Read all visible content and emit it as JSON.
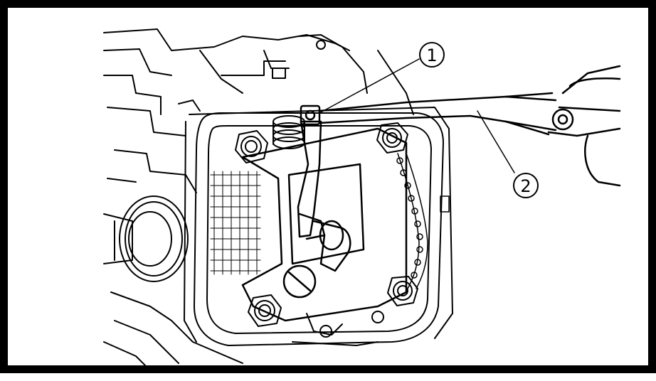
{
  "diagram": {
    "callouts": [
      {
        "number": "1",
        "label": "1"
      },
      {
        "number": "2",
        "label": "2"
      }
    ]
  },
  "colors": {
    "line": "#000000",
    "background": "#ffffff"
  },
  "icons": {
    "callout": "circled-number"
  }
}
